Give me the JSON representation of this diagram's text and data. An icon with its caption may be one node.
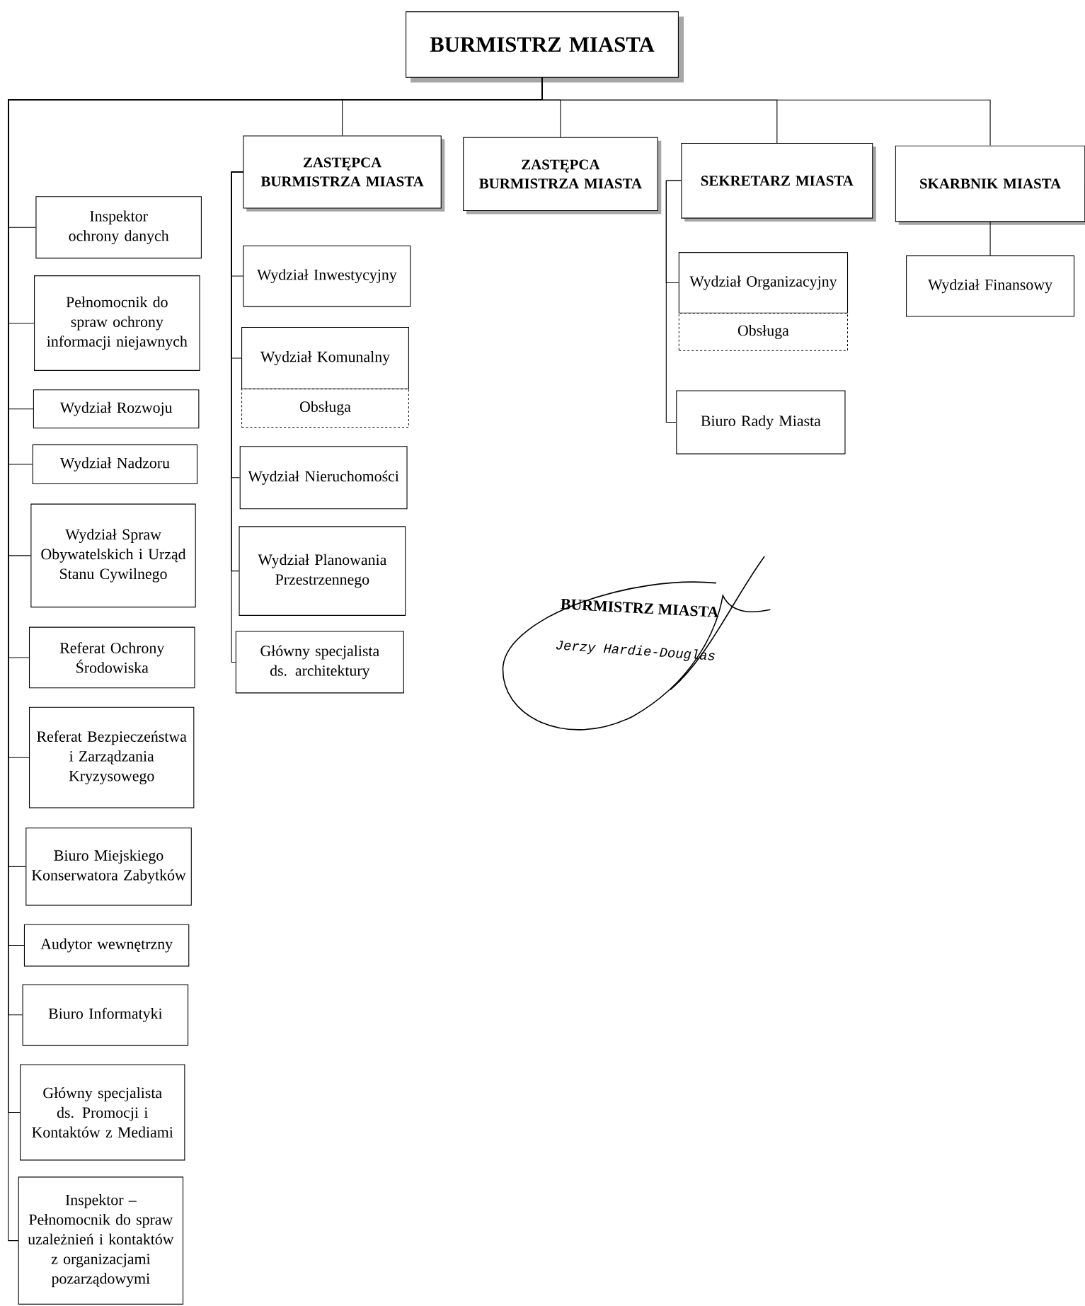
{
  "diagram": {
    "nodes": [
      {
        "text": [
          "BURMISTRZ MIASTA"
        ]
      },
      {
        "text": [
          "ZASTĘPCA BURMISTRZA MIASTA"
        ]
      },
      {
        "text": [
          "ZASTĘPCA BURMISTRZA MIASTA"
        ]
      },
      {
        "text": [
          "SEKRETARZ MIASTA"
        ]
      },
      {
        "text": [
          "SKARBNIK MIASTA"
        ]
      },
      {
        "text": [
          "Inspektor ochrony danych"
        ]
      },
      {
        "text": [
          "Pełnomocnik do spraw ochrony informacji niejawnych"
        ]
      },
      {
        "text": [
          "Wydział Rozwoju"
        ]
      },
      {
        "text": [
          "Wydział Nadzoru"
        ]
      },
      {
        "text": [
          "Wydział Spraw Obywatelskich i Urząd Stanu Cywilnego"
        ]
      },
      {
        "text": [
          "Referat Ochrony Środowiska"
        ]
      },
      {
        "text": [
          "Referat Bezpieczeństwa i Zarządzania Kryzysowego"
        ]
      },
      {
        "text": [
          "Biuro Miejskiego Konserwatora Zabytków"
        ]
      },
      {
        "text": [
          "Audytor wewnętrzny"
        ]
      },
      {
        "text": [
          "Biuro Informatyki"
        ]
      },
      {
        "text": [
          "Główny specjalista ds. Promocji i Kontaktów z Mediami"
        ]
      },
      {
        "text": [
          "Inspektor – Pełnomocnik do spraw uzależnień i kontaktów z organizacjami pozarządowymi"
        ]
      },
      {
        "text": [
          "Wydział Inwestycyjny"
        ]
      },
      {
        "text": [
          "Wydział Komunalny"
        ]
      },
      {
        "text": [
          "Obsługa"
        ]
      },
      {
        "text": [
          "Wydział Nieruchomości"
        ]
      },
      {
        "text": [
          "Wydział Planowania Przestrzennego"
        ]
      },
      {
        "text": [
          "Główny specjalista ds. architektury"
        ]
      },
      {
        "text": [
          "Wydział Organizacyjny"
        ]
      },
      {
        "text": [
          "Obsługa"
        ]
      },
      {
        "text": [
          "Biuro Rady Miasta"
        ]
      },
      {
        "text": [
          "Wydział Finansowy"
        ]
      }
    ],
    "edges": [
      {
        "from": 0,
        "to": 1,
        "arrow": "none"
      },
      {
        "from": 0,
        "to": 2,
        "arrow": "none"
      },
      {
        "from": 0,
        "to": 3,
        "arrow": "none"
      },
      {
        "from": 0,
        "to": 4,
        "arrow": "none"
      },
      {
        "from": 0,
        "to": 5,
        "arrow": "none"
      },
      {
        "from": 0,
        "to": 6,
        "arrow": "none"
      },
      {
        "from": 0,
        "to": 7,
        "arrow": "none"
      },
      {
        "from": 0,
        "to": 8,
        "arrow": "none"
      },
      {
        "from": 0,
        "to": 9,
        "arrow": "none"
      },
      {
        "from": 0,
        "to": 10,
        "arrow": "none"
      },
      {
        "from": 0,
        "to": 11,
        "arrow": "none"
      },
      {
        "from": 0,
        "to": 12,
        "arrow": "none"
      },
      {
        "from": 0,
        "to": 13,
        "arrow": "none"
      },
      {
        "from": 0,
        "to": 14,
        "arrow": "none"
      },
      {
        "from": 0,
        "to": 15,
        "arrow": "none"
      },
      {
        "from": 0,
        "to": 16,
        "arrow": "none"
      },
      {
        "from": 1,
        "to": 17,
        "arrow": "none"
      },
      {
        "from": 1,
        "to": 18,
        "arrow": "none"
      },
      {
        "from": 1,
        "to": 20,
        "arrow": "none"
      },
      {
        "from": 1,
        "to": 21,
        "arrow": "none"
      },
      {
        "from": 1,
        "to": 22,
        "arrow": "none"
      },
      {
        "from": 3,
        "to": 23,
        "arrow": "none"
      },
      {
        "from": 3,
        "to": 25,
        "arrow": "none"
      },
      {
        "from": 4,
        "to": 26,
        "arrow": "none"
      }
    ],
    "labels": [
      "BURMISTRZ MIASTA",
      "Jerzy Hardie-Douglas"
    ]
  }
}
